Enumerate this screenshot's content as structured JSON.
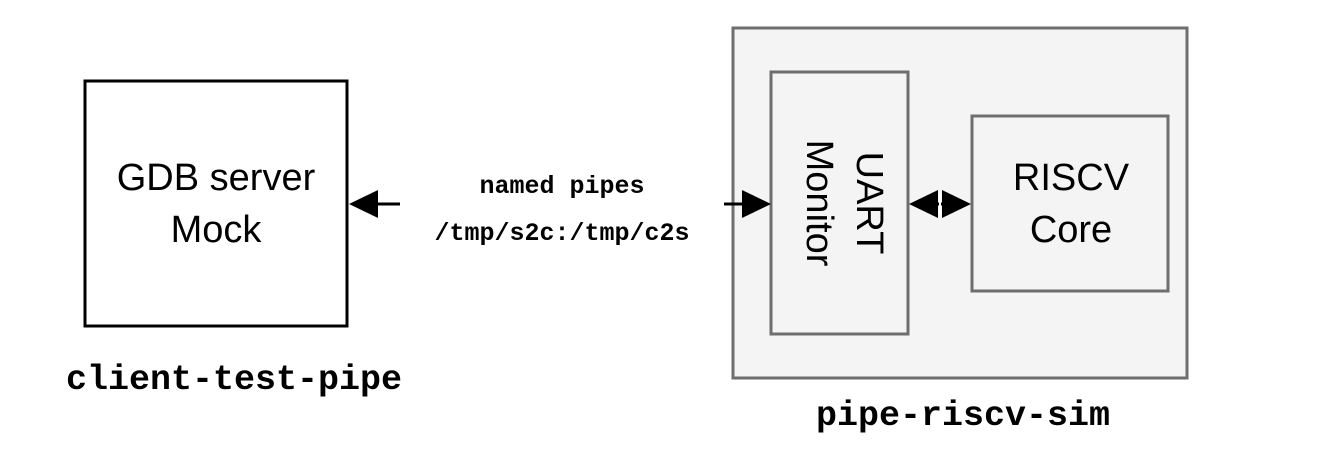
{
  "client": {
    "box_line1": "GDB server",
    "box_line2": "Mock",
    "caption": "client-test-pipe"
  },
  "connection": {
    "line1": "named pipes",
    "line2": "/tmp/s2c:/tmp/c2s"
  },
  "simulator": {
    "caption": "pipe-riscv-sim",
    "uart_line1": "UART",
    "uart_line2": "Monitor",
    "core_line1": "RISCV",
    "core_line2": "Core"
  },
  "colors": {
    "sim_fill": "#f4f4f4",
    "sim_stroke": "#6e6e6e",
    "black": "#000000"
  }
}
